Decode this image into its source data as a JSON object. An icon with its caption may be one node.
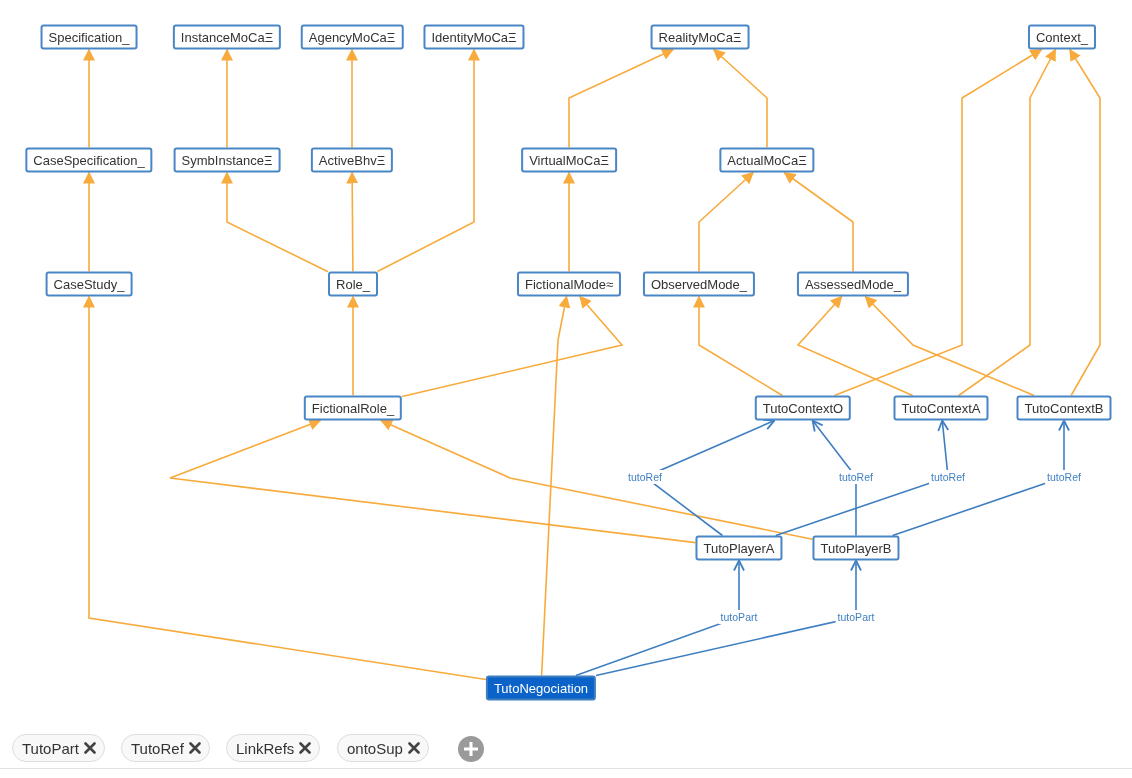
{
  "diagram": {
    "nodes": [
      {
        "text": [
          "Specification_"
        ]
      },
      {
        "text": [
          "InstanceMoCaΞ"
        ]
      },
      {
        "text": [
          "AgencyMoCaΞ"
        ]
      },
      {
        "text": [
          "IdentityMoCaΞ"
        ]
      },
      {
        "text": [
          "RealityMoCaΞ"
        ]
      },
      {
        "text": [
          "Context_"
        ]
      },
      {
        "text": [
          "CaseSpecification_"
        ]
      },
      {
        "text": [
          "SymbInstanceΞ"
        ]
      },
      {
        "text": [
          "ActiveBhvΞ"
        ]
      },
      {
        "text": [
          "VirtualMoCaΞ"
        ]
      },
      {
        "text": [
          "ActualMoCaΞ"
        ]
      },
      {
        "text": [
          "CaseStudy_"
        ]
      },
      {
        "text": [
          "Role_"
        ]
      },
      {
        "text": [
          "FictionalMode≈"
        ]
      },
      {
        "text": [
          "ObservedMode_"
        ]
      },
      {
        "text": [
          "AssessedMode_"
        ]
      },
      {
        "text": [
          "FictionalRole_"
        ]
      },
      {
        "text": [
          "TutoContextO"
        ]
      },
      {
        "text": [
          "TutoContextA"
        ]
      },
      {
        "text": [
          "TutoContextB"
        ]
      },
      {
        "text": [
          "TutoPlayerA"
        ]
      },
      {
        "text": [
          "TutoPlayerB"
        ]
      },
      {
        "text": [
          "TutoNegociation"
        ]
      }
    ],
    "edges": [
      {
        "from": 6,
        "to": 0,
        "arrow": "to"
      },
      {
        "from": 11,
        "to": 6,
        "arrow": "to"
      },
      {
        "from": 7,
        "to": 1,
        "arrow": "to"
      },
      {
        "from": 8,
        "to": 2,
        "arrow": "to"
      },
      {
        "from": 12,
        "to": 7,
        "arrow": "to"
      },
      {
        "from": 12,
        "to": 8,
        "arrow": "to"
      },
      {
        "from": 12,
        "to": 3,
        "arrow": "to"
      },
      {
        "from": 9,
        "to": 4,
        "arrow": "to"
      },
      {
        "from": 10,
        "to": 4,
        "arrow": "to"
      },
      {
        "from": 13,
        "to": 9,
        "arrow": "to"
      },
      {
        "from": 14,
        "to": 10,
        "arrow": "to"
      },
      {
        "from": 15,
        "to": 10,
        "arrow": "to"
      },
      {
        "from": 16,
        "to": 12,
        "arrow": "to"
      },
      {
        "from": 16,
        "to": 13,
        "arrow": "to"
      },
      {
        "from": 22,
        "to": 13,
        "arrow": "to"
      },
      {
        "from": 22,
        "to": 11,
        "arrow": "to"
      },
      {
        "from": 17,
        "to": 14,
        "arrow": "to"
      },
      {
        "from": 17,
        "to": 5,
        "arrow": "to"
      },
      {
        "from": 18,
        "to": 5,
        "arrow": "to"
      },
      {
        "from": 19,
        "to": 5,
        "arrow": "to"
      },
      {
        "from": 18,
        "to": 15,
        "arrow": "to"
      },
      {
        "from": 19,
        "to": 15,
        "arrow": "to"
      },
      {
        "from": 20,
        "to": 16,
        "arrow": "to"
      },
      {
        "from": 21,
        "to": 16,
        "arrow": "to"
      },
      {
        "from": 20,
        "to": 17,
        "arrow": "to",
        "label": "tutoRef",
        "color": "#3f7fc1"
      },
      {
        "from": 21,
        "to": 17,
        "arrow": "to",
        "label": "tutoRef",
        "color": "#3f7fc1"
      },
      {
        "from": 20,
        "to": 18,
        "arrow": "to",
        "label": "tutoRef",
        "color": "#3f7fc1"
      },
      {
        "from": 21,
        "to": 19,
        "arrow": "to",
        "label": "tutoRef",
        "color": "#3f7fc1"
      },
      {
        "from": 22,
        "to": 20,
        "arrow": "to",
        "label": "tutoPart",
        "color": "#3f7fc1"
      },
      {
        "from": 22,
        "to": 21,
        "arrow": "to",
        "label": "tutoPart",
        "color": "#3f7fc1"
      }
    ],
    "labels": [
      "TutoPart",
      "TutoRef",
      "LinkRefs",
      "ontoSup"
    ]
  }
}
